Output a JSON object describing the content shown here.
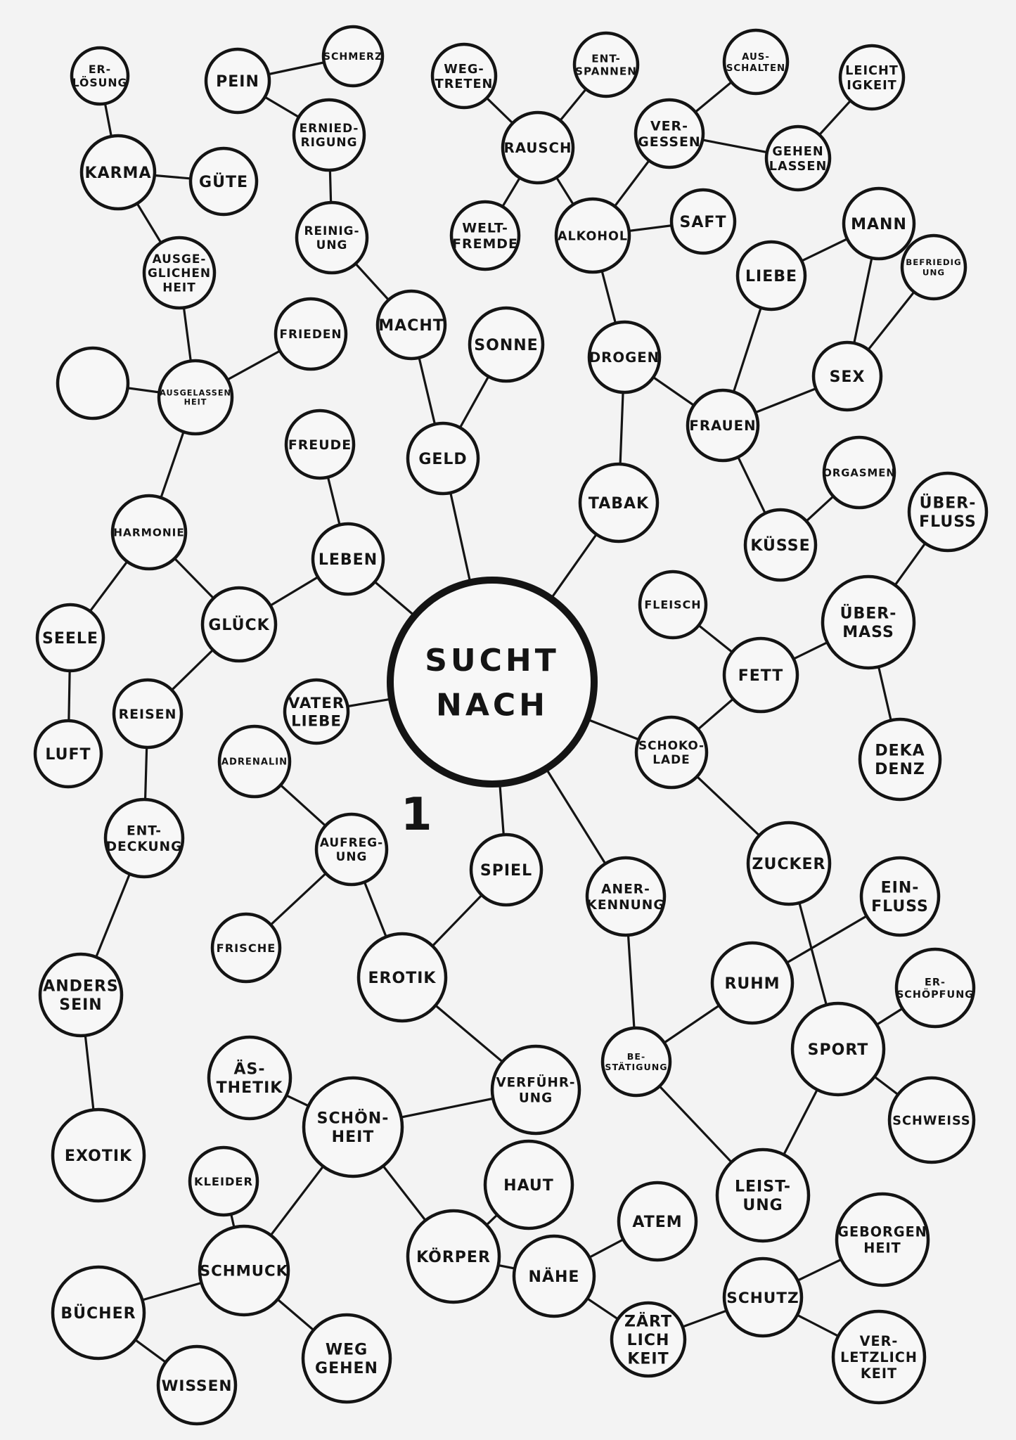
{
  "page_number": "1",
  "nodes": [
    {
      "id": "center",
      "lines": [
        "SUCHT",
        "NACH"
      ]
    },
    {
      "id": "erloesung",
      "lines": [
        "ER-",
        "LÖSUNG"
      ]
    },
    {
      "id": "pein",
      "lines": [
        "PEIN"
      ]
    },
    {
      "id": "schmerz",
      "lines": [
        "SCHMERZ"
      ]
    },
    {
      "id": "erniedrigung",
      "lines": [
        "ERNIED-",
        "RIGUNG"
      ]
    },
    {
      "id": "karma",
      "lines": [
        "KARMA"
      ]
    },
    {
      "id": "guete",
      "lines": [
        "GÜTE"
      ]
    },
    {
      "id": "reinigung",
      "lines": [
        "REINIG-",
        "UNG"
      ]
    },
    {
      "id": "ausgeglichenheit",
      "lines": [
        "AUSGE-",
        "GLICHEN",
        "HEIT"
      ]
    },
    {
      "id": "frieden",
      "lines": [
        "FRIEDEN"
      ]
    },
    {
      "id": "macht",
      "lines": [
        "MACHT"
      ]
    },
    {
      "id": "leer",
      "lines": []
    },
    {
      "id": "ausgelassenheit",
      "lines": [
        "AUSGELASSEN",
        "HEIT"
      ]
    },
    {
      "id": "geld",
      "lines": [
        "GELD"
      ]
    },
    {
      "id": "sonne",
      "lines": [
        "SONNE"
      ]
    },
    {
      "id": "freude",
      "lines": [
        "FREUDE"
      ]
    },
    {
      "id": "harmonie",
      "lines": [
        "HARMONIE"
      ]
    },
    {
      "id": "leben",
      "lines": [
        "LEBEN"
      ]
    },
    {
      "id": "seele",
      "lines": [
        "SEELE"
      ]
    },
    {
      "id": "glueck",
      "lines": [
        "GLÜCK"
      ]
    },
    {
      "id": "luft",
      "lines": [
        "LUFT"
      ]
    },
    {
      "id": "reisen",
      "lines": [
        "REISEN"
      ]
    },
    {
      "id": "vaterliebe",
      "lines": [
        "VATER",
        "LIEBE"
      ]
    },
    {
      "id": "adrenalin",
      "lines": [
        "ADRENALIN"
      ]
    },
    {
      "id": "entdeckung",
      "lines": [
        "ENT-",
        "DECKUNG"
      ]
    },
    {
      "id": "aufregung",
      "lines": [
        "AUFREG-",
        "UNG"
      ]
    },
    {
      "id": "wegtreten",
      "lines": [
        "WEG-",
        "TRETEN"
      ]
    },
    {
      "id": "entspannen",
      "lines": [
        "ENT-",
        "SPANNEN"
      ]
    },
    {
      "id": "ausschalten",
      "lines": [
        "AUS-",
        "SCHALTEN"
      ]
    },
    {
      "id": "leichtigkeit",
      "lines": [
        "LEICHT",
        "IGKEIT"
      ]
    },
    {
      "id": "rausch",
      "lines": [
        "RAUSCH"
      ]
    },
    {
      "id": "vergessen",
      "lines": [
        "VER-",
        "GESSEN"
      ]
    },
    {
      "id": "gehenlassen",
      "lines": [
        "GEHEN",
        "LASSEN"
      ]
    },
    {
      "id": "weltfremde",
      "lines": [
        "WELT-",
        "FREMDE"
      ]
    },
    {
      "id": "alkohol",
      "lines": [
        "ALKOHOL"
      ]
    },
    {
      "id": "saft",
      "lines": [
        "SAFT"
      ]
    },
    {
      "id": "mann",
      "lines": [
        "MANN"
      ]
    },
    {
      "id": "liebe",
      "lines": [
        "LIEBE"
      ]
    },
    {
      "id": "befriedigung",
      "lines": [
        "BEFRIEDIG",
        "UNG"
      ]
    },
    {
      "id": "drogen",
      "lines": [
        "DROGEN"
      ]
    },
    {
      "id": "sex",
      "lines": [
        "SEX"
      ]
    },
    {
      "id": "frauen",
      "lines": [
        "FRAUEN"
      ]
    },
    {
      "id": "tabak",
      "lines": [
        "TABAK"
      ]
    },
    {
      "id": "orgasmen",
      "lines": [
        "ORGASMEN"
      ]
    },
    {
      "id": "kuesse",
      "lines": [
        "KÜSSE"
      ]
    },
    {
      "id": "ueberfluss",
      "lines": [
        "ÜBER-",
        "FLUSS"
      ]
    },
    {
      "id": "fleisch",
      "lines": [
        "FLEISCH"
      ]
    },
    {
      "id": "uebermass",
      "lines": [
        "ÜBER-",
        "MASS"
      ]
    },
    {
      "id": "fett",
      "lines": [
        "FETT"
      ]
    },
    {
      "id": "schokolade",
      "lines": [
        "SCHOKO-",
        "LADE"
      ]
    },
    {
      "id": "dekadenz",
      "lines": [
        "DEKA",
        "DENZ"
      ]
    },
    {
      "id": "zucker",
      "lines": [
        "ZUCKER"
      ]
    },
    {
      "id": "spiel",
      "lines": [
        "SPIEL"
      ]
    },
    {
      "id": "anerkennung",
      "lines": [
        "ANER-",
        "KENNUNG"
      ]
    },
    {
      "id": "einfluss",
      "lines": [
        "EIN-",
        "FLUSS"
      ]
    },
    {
      "id": "frische",
      "lines": [
        "FRISCHE"
      ]
    },
    {
      "id": "erotik",
      "lines": [
        "EROTIK"
      ]
    },
    {
      "id": "andersein",
      "lines": [
        "ANDERS",
        "SEIN"
      ]
    },
    {
      "id": "ruhm",
      "lines": [
        "RUHM"
      ]
    },
    {
      "id": "erschoepfung",
      "lines": [
        "ER-",
        "SCHÖPFUNG"
      ]
    },
    {
      "id": "aesthetik",
      "lines": [
        "ÄS-",
        "THETIK"
      ]
    },
    {
      "id": "bestaetigung",
      "lines": [
        "BE-",
        "STÄTIGUNG"
      ]
    },
    {
      "id": "sport",
      "lines": [
        "SPORT"
      ]
    },
    {
      "id": "verfuehrung",
      "lines": [
        "VERFÜHR-",
        "UNG"
      ]
    },
    {
      "id": "schoenheit",
      "lines": [
        "SCHÖN-",
        "HEIT"
      ]
    },
    {
      "id": "schweiss",
      "lines": [
        "SCHWEISS"
      ]
    },
    {
      "id": "exotik",
      "lines": [
        "EXOTIK"
      ]
    },
    {
      "id": "kleider",
      "lines": [
        "KLEIDER"
      ]
    },
    {
      "id": "haut",
      "lines": [
        "HAUT"
      ]
    },
    {
      "id": "leistung",
      "lines": [
        "LEIST-",
        "UNG"
      ]
    },
    {
      "id": "atem",
      "lines": [
        "ATEM"
      ]
    },
    {
      "id": "geborgenheit",
      "lines": [
        "GEBORGEN",
        "HEIT"
      ]
    },
    {
      "id": "schmuck",
      "lines": [
        "SCHMUCK"
      ]
    },
    {
      "id": "koerper",
      "lines": [
        "KÖRPER"
      ]
    },
    {
      "id": "naehe",
      "lines": [
        "NÄHE"
      ]
    },
    {
      "id": "schutz",
      "lines": [
        "SCHUTZ"
      ]
    },
    {
      "id": "buecher",
      "lines": [
        "BÜCHER"
      ]
    },
    {
      "id": "weggehen",
      "lines": [
        "WEG",
        "GEHEN"
      ]
    },
    {
      "id": "zaertlichkeit",
      "lines": [
        "ZÄRT",
        "LICH",
        "KEIT"
      ]
    },
    {
      "id": "verletzlichkeit",
      "lines": [
        "VER-",
        "LETZLICH",
        "KEIT"
      ]
    },
    {
      "id": "wissen",
      "lines": [
        "WISSEN"
      ]
    }
  ],
  "edges": [
    [
      "erloesung",
      "karma"
    ],
    [
      "pein",
      "schmerz"
    ],
    [
      "pein",
      "erniedrigung"
    ],
    [
      "erniedrigung",
      "reinigung"
    ],
    [
      "reinigung",
      "macht"
    ],
    [
      "macht",
      "geld"
    ],
    [
      "geld",
      "sonne"
    ],
    [
      "geld",
      "center"
    ],
    [
      "karma",
      "guete"
    ],
    [
      "karma",
      "ausgeglichenheit"
    ],
    [
      "ausgeglichenheit",
      "ausgelassenheit"
    ],
    [
      "ausgelassenheit",
      "leer"
    ],
    [
      "ausgelassenheit",
      "frieden"
    ],
    [
      "ausgelassenheit",
      "harmonie"
    ],
    [
      "harmonie",
      "seele"
    ],
    [
      "harmonie",
      "glueck"
    ],
    [
      "seele",
      "luft"
    ],
    [
      "glueck",
      "leben"
    ],
    [
      "glueck",
      "reisen"
    ],
    [
      "leben",
      "freude"
    ],
    [
      "leben",
      "center"
    ],
    [
      "reisen",
      "entdeckung"
    ],
    [
      "entdeckung",
      "andersein"
    ],
    [
      "andersein",
      "exotik"
    ],
    [
      "vaterliebe",
      "center"
    ],
    [
      "adrenalin",
      "aufregung"
    ],
    [
      "aufregung",
      "frische"
    ],
    [
      "aufregung",
      "erotik"
    ],
    [
      "erotik",
      "spiel"
    ],
    [
      "erotik",
      "verfuehrung"
    ],
    [
      "spiel",
      "center"
    ],
    [
      "wegtreten",
      "rausch"
    ],
    [
      "entspannen",
      "rausch"
    ],
    [
      "rausch",
      "weltfremde"
    ],
    [
      "rausch",
      "alkohol"
    ],
    [
      "alkohol",
      "saft"
    ],
    [
      "alkohol",
      "vergessen"
    ],
    [
      "alkohol",
      "drogen"
    ],
    [
      "ausschalten",
      "vergessen"
    ],
    [
      "vergessen",
      "gehenlassen"
    ],
    [
      "leichtigkeit",
      "gehenlassen"
    ],
    [
      "drogen",
      "tabak"
    ],
    [
      "drogen",
      "frauen"
    ],
    [
      "tabak",
      "center"
    ],
    [
      "frauen",
      "liebe"
    ],
    [
      "frauen",
      "sex"
    ],
    [
      "frauen",
      "kuesse"
    ],
    [
      "sex",
      "mann"
    ],
    [
      "sex",
      "befriedigung"
    ],
    [
      "mann",
      "liebe"
    ],
    [
      "kuesse",
      "orgasmen"
    ],
    [
      "center",
      "schokolade"
    ],
    [
      "schokolade",
      "fett"
    ],
    [
      "schokolade",
      "zucker"
    ],
    [
      "fett",
      "fleisch"
    ],
    [
      "fett",
      "uebermass"
    ],
    [
      "uebermass",
      "ueberfluss"
    ],
    [
      "uebermass",
      "dekadenz"
    ],
    [
      "center",
      "anerkennung"
    ],
    [
      "anerkennung",
      "bestaetigung"
    ],
    [
      "bestaetigung",
      "ruhm"
    ],
    [
      "bestaetigung",
      "leistung"
    ],
    [
      "ruhm",
      "einfluss"
    ],
    [
      "zucker",
      "sport"
    ],
    [
      "sport",
      "erschoepfung"
    ],
    [
      "sport",
      "schweiss"
    ],
    [
      "sport",
      "leistung"
    ],
    [
      "aesthetik",
      "schoenheit"
    ],
    [
      "schoenheit",
      "verfuehrung"
    ],
    [
      "schoenheit",
      "koerper"
    ],
    [
      "schoenheit",
      "schmuck"
    ],
    [
      "schmuck",
      "kleider"
    ],
    [
      "schmuck",
      "buecher"
    ],
    [
      "schmuck",
      "weggehen"
    ],
    [
      "buecher",
      "wissen"
    ],
    [
      "koerper",
      "haut"
    ],
    [
      "koerper",
      "naehe"
    ],
    [
      "naehe",
      "atem"
    ],
    [
      "naehe",
      "zaertlichkeit"
    ],
    [
      "zaertlichkeit",
      "schutz"
    ],
    [
      "schutz",
      "geborgenheit"
    ],
    [
      "schutz",
      "verletzlichkeit"
    ]
  ]
}
